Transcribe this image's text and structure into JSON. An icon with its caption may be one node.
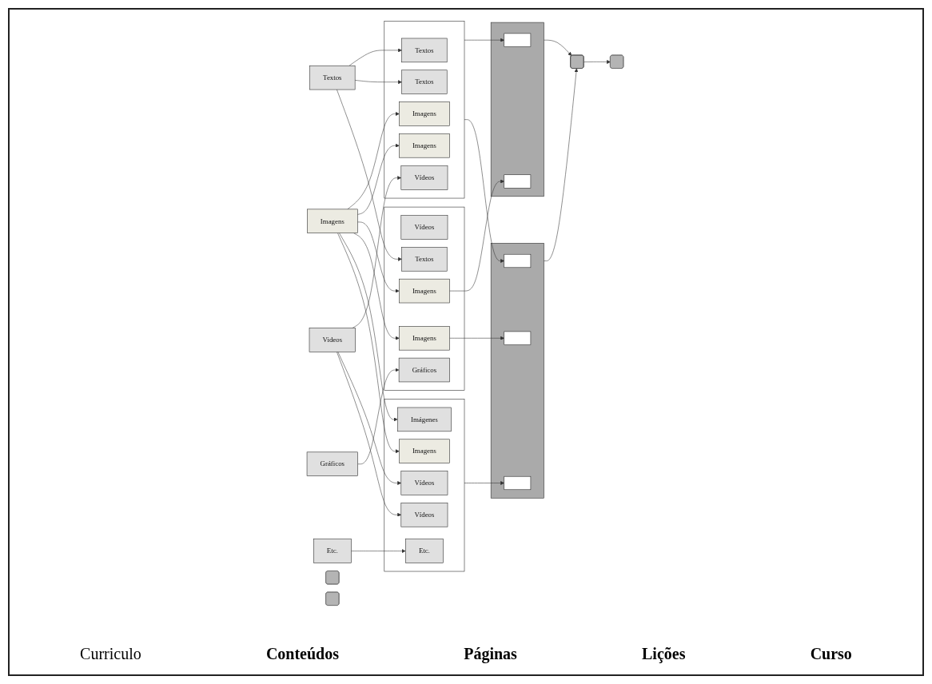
{
  "diagram": {
    "nodes": [
      {
        "text": [
          "Textos"
        ]
      },
      {
        "text": [
          "Imagens"
        ]
      },
      {
        "text": [
          "Gráficos"
        ]
      },
      {
        "text": [
          "Videos"
        ]
      },
      {
        "text": [
          "Etc."
        ]
      },
      {
        "text": [],
        "shape": "box"
      },
      {
        "text": [
          "Textos"
        ],
        "in": 5
      },
      {
        "text": [
          "Imagens"
        ],
        "in": 5
      },
      {
        "text": [
          "Imagens"
        ],
        "in": 5
      },
      {
        "text": [
          "Textos"
        ],
        "in": 5
      },
      {
        "text": [
          "Vídeos"
        ],
        "in": 5
      },
      {
        "text": [],
        "shape": "box"
      },
      {
        "text": [
          "Vídeos"
        ],
        "in": 11
      },
      {
        "text": [
          "Imagens"
        ],
        "in": 11
      },
      {
        "text": [
          "Textos"
        ],
        "in": 11
      },
      {
        "text": [
          "Imagens"
        ],
        "in": 11
      },
      {
        "text": [
          "Gráficos"
        ],
        "in": 11
      },
      {
        "text": [],
        "shape": "box"
      },
      {
        "text": [
          "Vídeos"
        ],
        "in": 17
      },
      {
        "text": [
          "Vídeos"
        ],
        "in": 17
      },
      {
        "text": [
          "Imágenes"
        ],
        "in": 17
      },
      {
        "text": [
          "Imagens"
        ],
        "in": 17
      },
      {
        "text": [
          "Etc."
        ],
        "in": 17
      },
      {
        "text": [],
        "shape": "box"
      },
      {
        "text": [],
        "shape": "box"
      },
      {
        "text": [],
        "shape": "box",
        "in": 23
      },
      {
        "text": [],
        "shape": "box",
        "in": 23
      },
      {
        "text": [],
        "shape": "box",
        "in": 24
      },
      {
        "text": [],
        "shape": "box",
        "in": 24
      },
      {
        "text": [],
        "shape": "box",
        "in": 24
      },
      {
        "text": [],
        "shape": "box"
      },
      {
        "text": [],
        "shape": "box"
      },
      {
        "text": [],
        "shape": "box"
      },
      {
        "text": [],
        "shape": "box"
      }
    ],
    "edges": [
      {
        "from": 0,
        "to": 6,
        "arrow": "to"
      },
      {
        "from": 0,
        "to": 9,
        "arrow": "to"
      },
      {
        "from": 0,
        "to": 14,
        "arrow": "to"
      },
      {
        "from": 1,
        "to": 7,
        "arrow": "to"
      },
      {
        "from": 1,
        "to": 8,
        "arrow": "to"
      },
      {
        "from": 1,
        "to": 13,
        "arrow": "to"
      },
      {
        "from": 1,
        "to": 15,
        "arrow": "to"
      },
      {
        "from": 1,
        "to": 20,
        "arrow": "to"
      },
      {
        "from": 1,
        "to": 21,
        "arrow": "to"
      },
      {
        "from": 2,
        "to": 16,
        "arrow": "to"
      },
      {
        "from": 3,
        "to": 10,
        "arrow": "to"
      },
      {
        "from": 3,
        "to": 18,
        "arrow": "to"
      },
      {
        "from": 3,
        "to": 19,
        "arrow": "to"
      },
      {
        "from": 4,
        "to": 22,
        "arrow": "to"
      },
      {
        "from": 5,
        "to": 25,
        "arrow": "to"
      },
      {
        "from": 5,
        "to": 27,
        "arrow": "to"
      },
      {
        "from": 13,
        "to": 26,
        "arrow": "to"
      },
      {
        "from": 15,
        "to": 28,
        "arrow": "to"
      },
      {
        "from": 17,
        "to": 29,
        "arrow": "to"
      },
      {
        "from": 23,
        "to": 30,
        "arrow": "to"
      },
      {
        "from": 24,
        "to": 30,
        "arrow": "to"
      },
      {
        "from": 30,
        "to": 31,
        "arrow": "to"
      }
    ],
    "labels": [
      "Curriculo",
      "Conteúdos",
      "Páginas",
      "Lições",
      "Curso"
    ]
  }
}
